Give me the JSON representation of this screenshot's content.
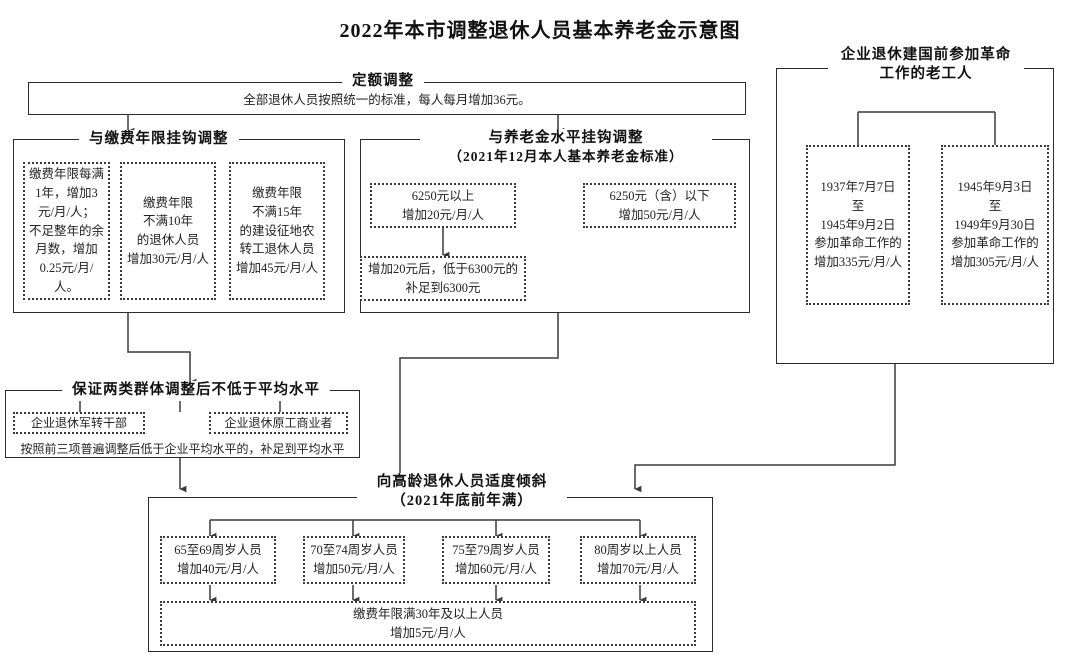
{
  "page": {
    "title": "2022年本市调整退休人员基本养老金示意图"
  },
  "sections": {
    "fixed": {
      "legend": "定额调整",
      "body": "全部退休人员按照统一的标准，每人每月增加36元。"
    },
    "years": {
      "legend": "与缴费年限挂钩调整",
      "boxes": [
        {
          "text": "缴费年限每满1年，增加3元/月/人；\n不足整年的余月数，增加0.25元/月/人。"
        },
        {
          "text": "缴费年限\n不满10年\n的退休人员\n增加30元/月/人"
        },
        {
          "text": "缴费年限\n不满15年\n的建设征地农\n转工退休人员\n增加45元/月/人"
        }
      ]
    },
    "pension_level": {
      "legend_line1": "与养老金水平挂钩调整",
      "legend_line2": "（2021年12月本人基本养老金标准）",
      "boxes": [
        {
          "text": "6250元以上\n增加20元/月/人"
        },
        {
          "text": "6250元（含）以下\n增加50元/月/人"
        },
        {
          "text": "增加20元后，低于6300元的\n补足到6300元"
        }
      ]
    },
    "veteran_workers": {
      "legend_line1": "企业退休建国前参加革命",
      "legend_line2": "工作的老工人",
      "boxes": [
        {
          "text": "1937年7月7日\n至\n1945年9月2日\n参加革命工作的\n增加335元/月/人"
        },
        {
          "text": "1945年9月3日\n至\n1949年9月30日\n参加革命工作的\n增加305元/月/人"
        }
      ]
    },
    "two_groups": {
      "legend": "保证两类群体调整后不低于平均水平",
      "boxes": [
        {
          "text": "企业退休军转干部"
        },
        {
          "text": "企业退休原工商业者"
        }
      ],
      "note": "按照前三项普遍调整后低于企业平均水平的，补足到平均水平"
    },
    "elderly": {
      "legend_line1": "向高龄退休人员适度倾斜",
      "legend_line2": "（2021年底前年满）",
      "boxes": [
        {
          "text": "65至69周岁人员\n增加40元/月/人"
        },
        {
          "text": "70至74周岁人员\n增加50元/月/人"
        },
        {
          "text": "75至79周岁人员\n增加60元/月/人"
        },
        {
          "text": "80周岁以上人员\n增加70元/月/人"
        }
      ],
      "wide_box": {
        "text": "缴费年限满30年及以上人员\n增加5元/月/人"
      }
    }
  },
  "colors": {
    "line": "#3a3a3a",
    "border": "#2b2b2b",
    "text": "#232323",
    "background": "#ffffff"
  }
}
